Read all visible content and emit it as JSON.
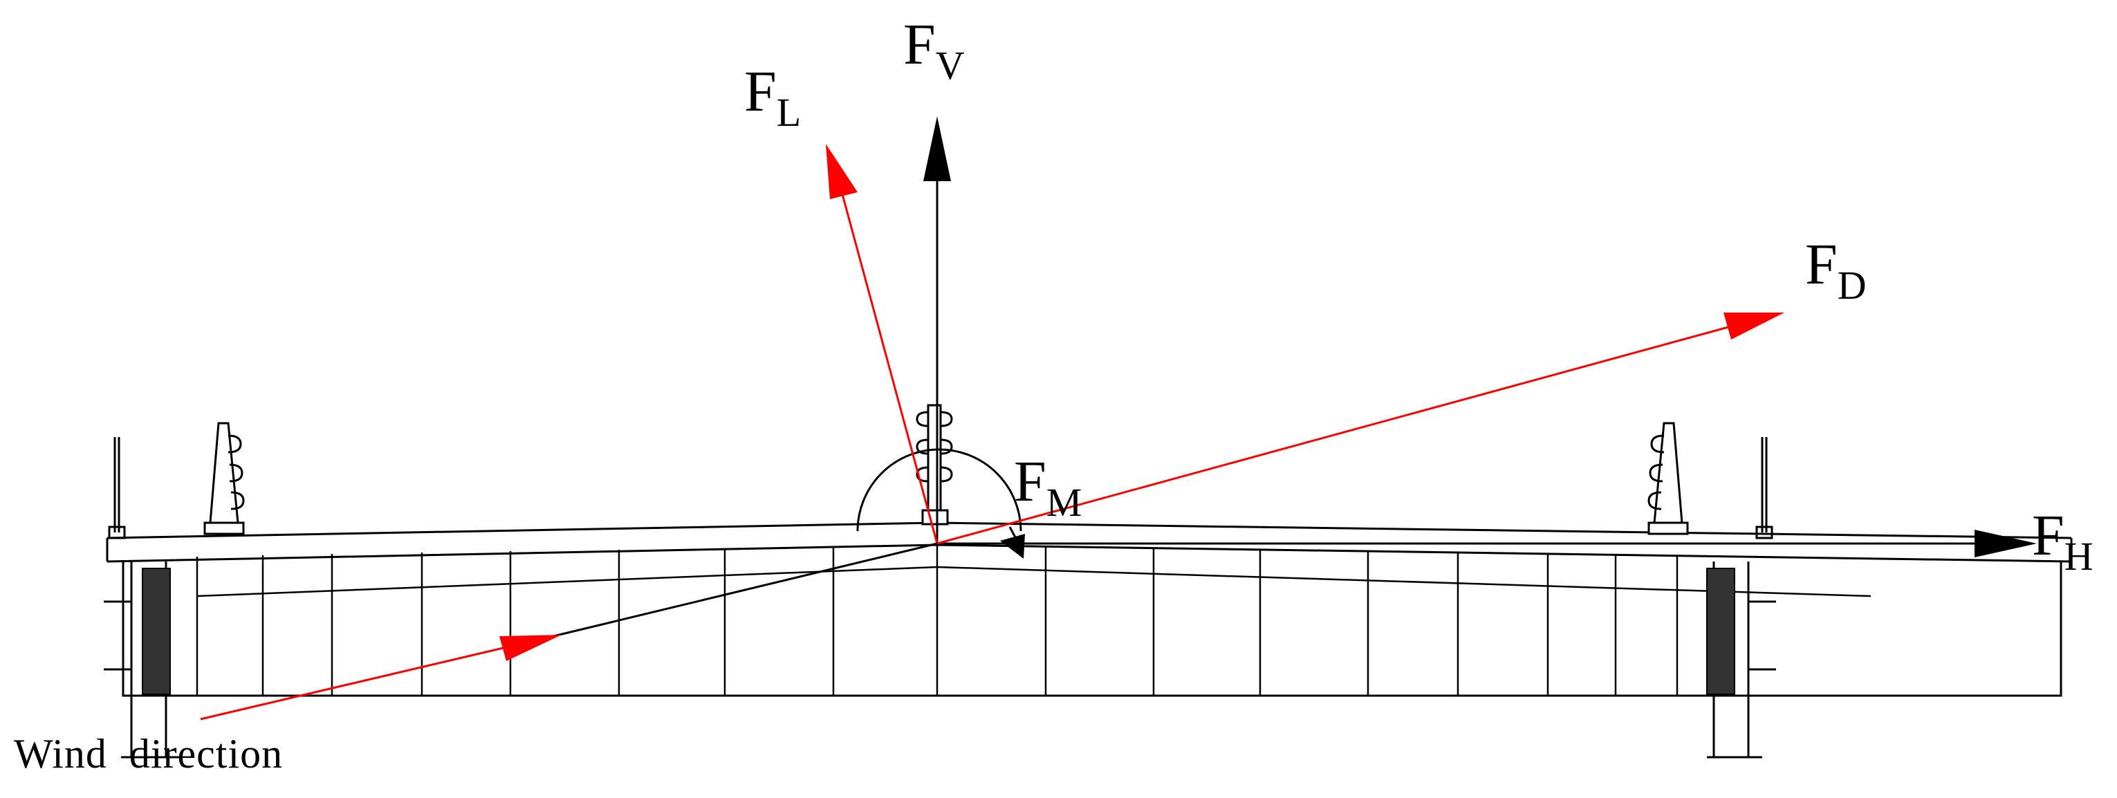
{
  "labels": {
    "fv": {
      "main": "F",
      "sub": "V"
    },
    "fl": {
      "main": "F",
      "sub": "L"
    },
    "fd": {
      "main": "F",
      "sub": "D"
    },
    "fm": {
      "main": "F",
      "sub": "M"
    },
    "fh": {
      "main": "F",
      "sub": "H"
    },
    "wind": "Wind  direction"
  },
  "colors": {
    "structure": "#000000",
    "force_red": "#ff0000",
    "force_black": "#000000",
    "background": "#ffffff"
  }
}
